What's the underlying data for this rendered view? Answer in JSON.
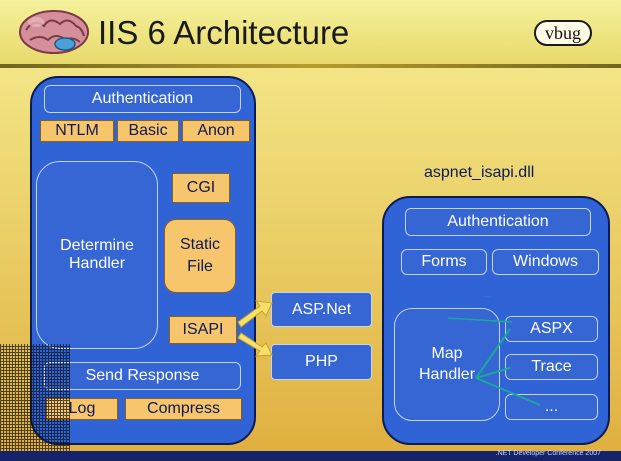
{
  "slide": {
    "title": "IIS 6 Architecture",
    "logo_text": "vbug",
    "footer_text": ".NET Developer Conference 2007"
  },
  "iis": {
    "authentication": "Authentication",
    "auth_methods": [
      "NTLM",
      "Basic",
      "Anon"
    ],
    "determine_handler": "Determine Handler",
    "cgi": "CGI",
    "static_file": "Static File",
    "isapi": "ISAPI",
    "send_response": "Send Response",
    "log": "Log",
    "compress": "Compress"
  },
  "extensions": {
    "aspnet": "ASP.Net",
    "php": "PHP"
  },
  "aspnet_isapi": {
    "label": "aspnet_isapi.dll",
    "authentication": "Authentication",
    "forms": "Forms",
    "windows": "Windows",
    "ellipsis_top": "...",
    "map_handler": "Map Handler",
    "aspx": "ASPX",
    "trace": "Trace",
    "ellipsis_bottom": "..."
  },
  "colors": {
    "panel_blue": "#2f63d6",
    "orange": "#f7c56b",
    "arrow_yellow": "#f7e06a",
    "connector_teal": "#1aa89a"
  }
}
